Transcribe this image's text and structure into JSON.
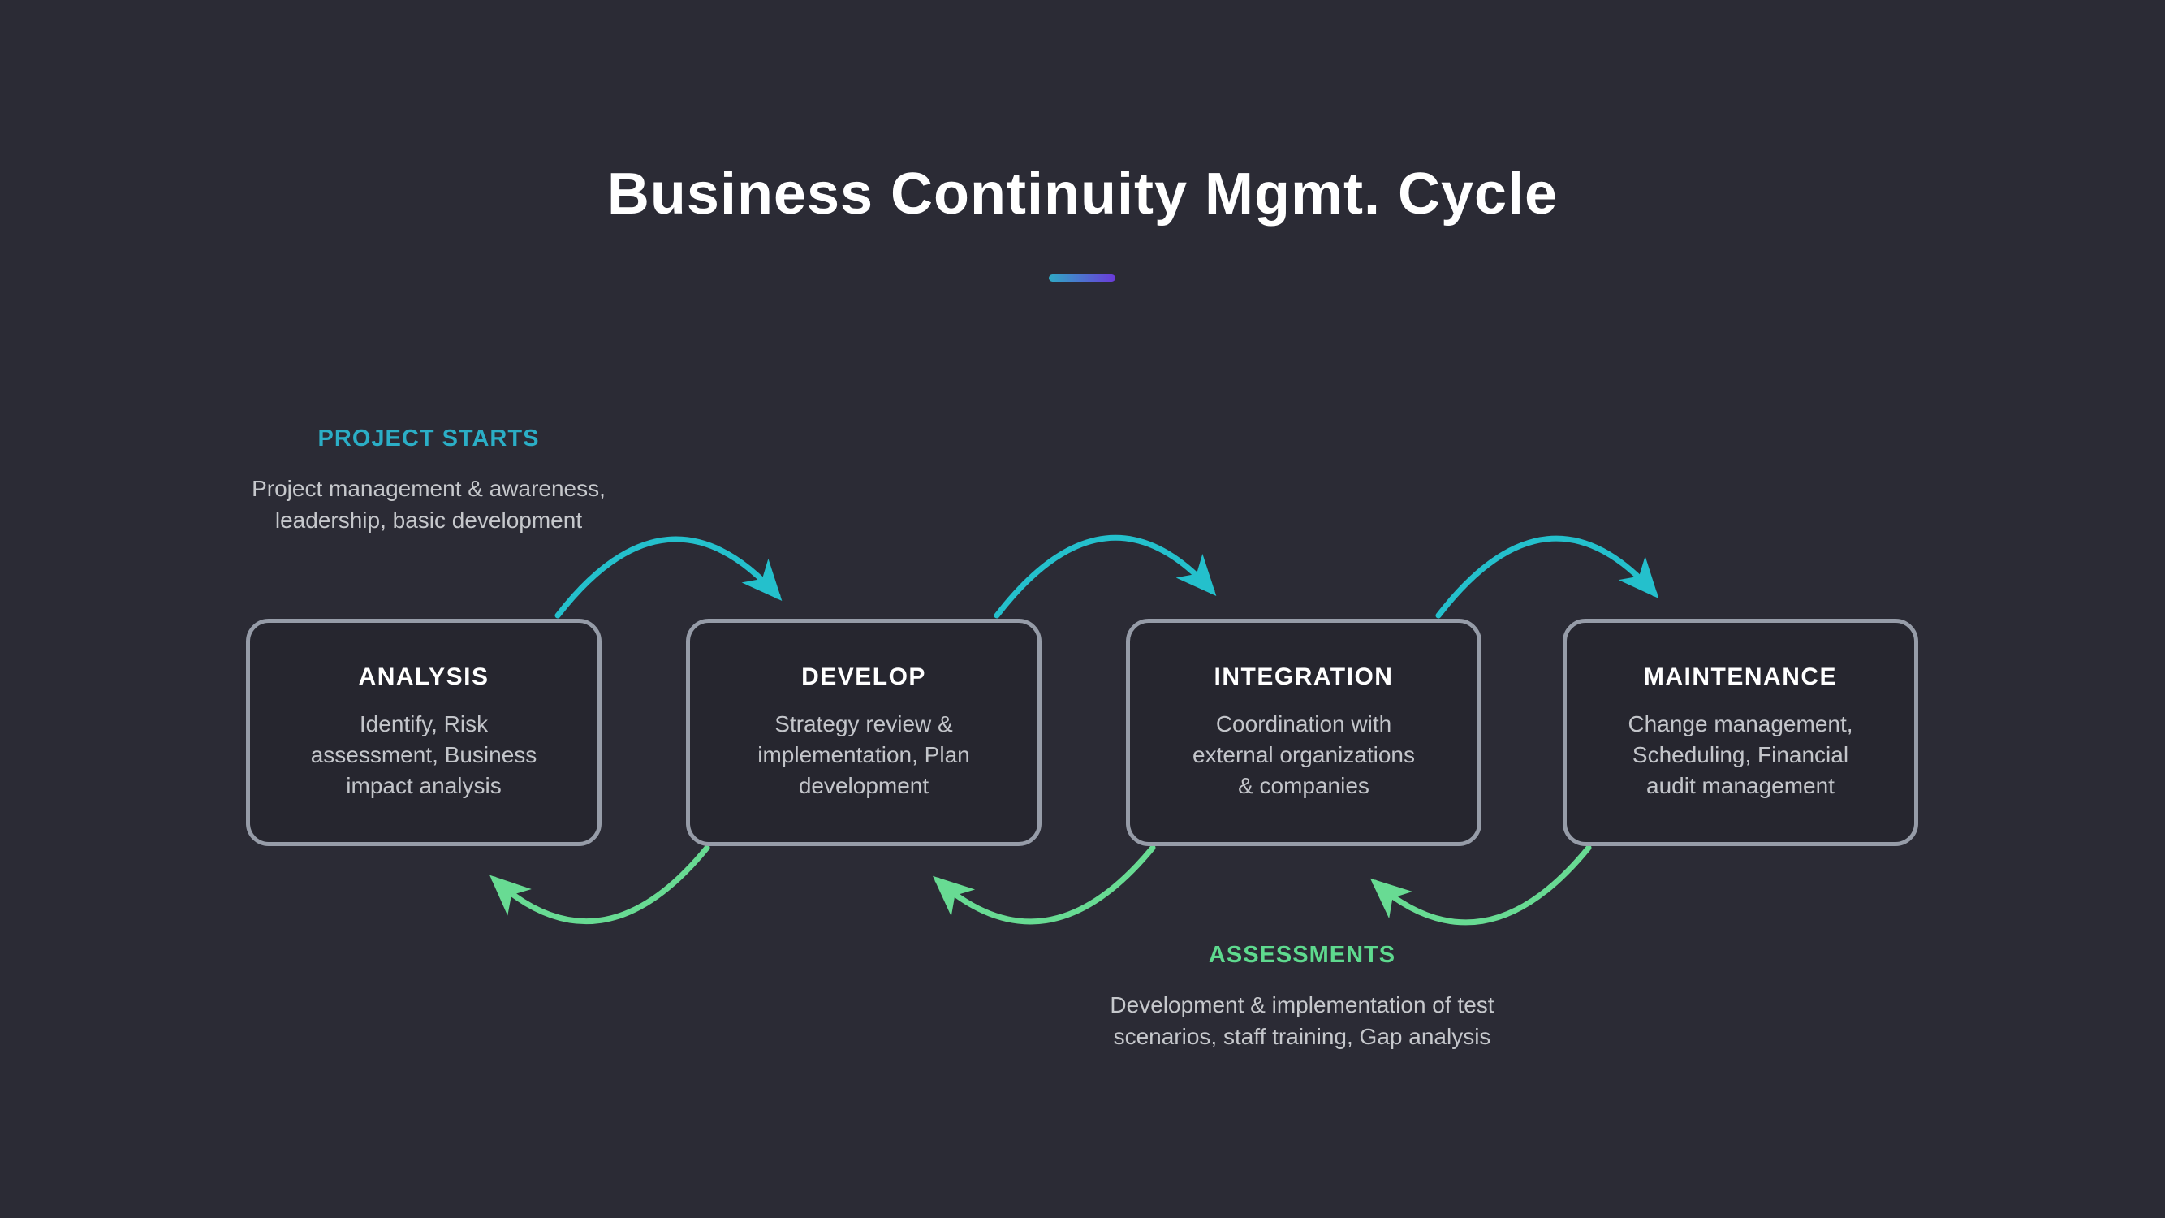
{
  "slide": {
    "title": "Business Continuity Mgmt. Cycle"
  },
  "annotations": {
    "project_starts": {
      "label": "PROJECT STARTS",
      "lines": [
        "Project management & awareness,",
        "leadership, basic development"
      ]
    },
    "assessments": {
      "label": "ASSESSMENTS",
      "lines": [
        "Development & implementation of test",
        "scenarios, staff training, Gap analysis"
      ]
    }
  },
  "stages": [
    {
      "title": "ANALYSIS",
      "lines": [
        "Identify, Risk",
        "assessment, Business",
        "impact analysis"
      ]
    },
    {
      "title": "DEVELOP",
      "lines": [
        "Strategy review &",
        "implementation, Plan",
        "development"
      ]
    },
    {
      "title": "INTEGRATION",
      "lines": [
        "Coordination with",
        "external organizations",
        "& companies"
      ]
    },
    {
      "title": "MAINTENANCE",
      "lines": [
        "Change management,",
        "Scheduling, Financial",
        "audit management"
      ]
    }
  ],
  "colors": {
    "bg": "#2B2B35",
    "box-bg": "#26262F",
    "box-border": "#969CA8",
    "teal": "#24C0CC",
    "teal-label": "#2BAEC6",
    "green": "#68DB93",
    "green-label": "#5ED98E",
    "divider-from": "#2FA9C4",
    "purple": "#6B3ADA",
    "text-muted": "#C6C8CC",
    "text-title": "#FFFFFF"
  }
}
